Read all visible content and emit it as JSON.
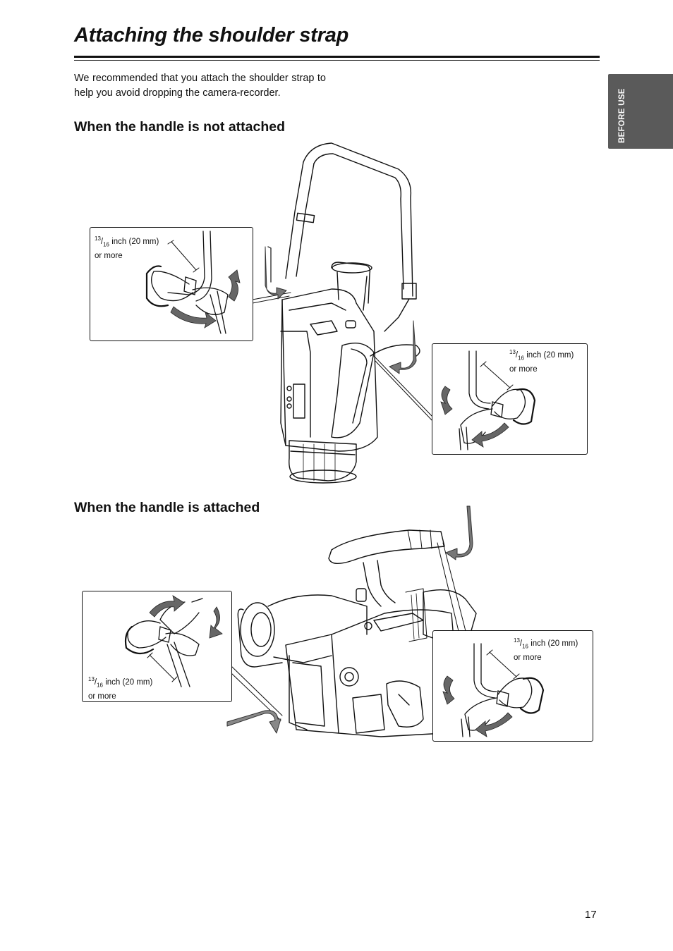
{
  "page": {
    "title": "Attaching the shoulder strap",
    "intro": "We recommended that you attach the shoulder strap to help you avoid dropping the camera-recorder.",
    "side_tab": "BEFORE USE",
    "page_number": "17"
  },
  "sections": [
    {
      "heading": "When the handle is not attached"
    },
    {
      "heading": "When the handle is attached"
    }
  ],
  "callouts": [
    {
      "frac_num": "13",
      "frac_den": "16",
      "measure": " inch (20 mm)",
      "line2": "or more"
    },
    {
      "frac_num": "13",
      "frac_den": "16",
      "measure": " inch (20 mm)",
      "line2": "or more"
    },
    {
      "frac_num": "13",
      "frac_den": "16",
      "measure": " inch (20 mm)",
      "line2": "or more"
    },
    {
      "frac_num": "13",
      "frac_den": "16",
      "measure": " inch (20 mm)",
      "line2": "or more"
    }
  ]
}
